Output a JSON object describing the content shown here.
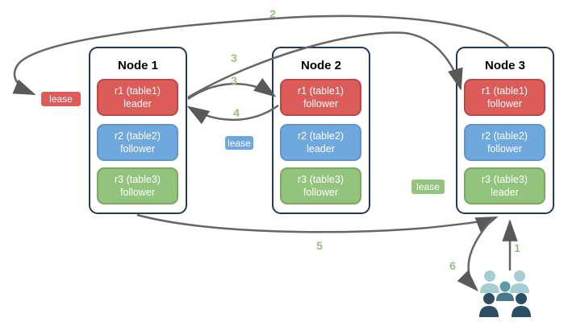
{
  "nodes": [
    {
      "title": "Node 1",
      "replicas": [
        {
          "name": "r1 (table1)",
          "role": "leader"
        },
        {
          "name": "r2 (table2)",
          "role": "follower"
        },
        {
          "name": "r3 (table3)",
          "role": "follower"
        }
      ]
    },
    {
      "title": "Node 2",
      "replicas": [
        {
          "name": "r1 (table1)",
          "role": "follower"
        },
        {
          "name": "r2 (table2)",
          "role": "leader"
        },
        {
          "name": "r3 (table3)",
          "role": "follower"
        }
      ]
    },
    {
      "title": "Node 3",
      "replicas": [
        {
          "name": "r1 (table1)",
          "role": "follower"
        },
        {
          "name": "r2 (table2)",
          "role": "follower"
        },
        {
          "name": "r3 (table3)",
          "role": "leader"
        }
      ]
    }
  ],
  "leases": {
    "red": {
      "label": "lease"
    },
    "blue": {
      "label": "lease"
    },
    "green": {
      "label": "lease"
    }
  },
  "steps": {
    "s1": "1",
    "s2": "2",
    "s3a": "3",
    "s3b": "3",
    "s4": "4",
    "s5": "5",
    "s6": "6"
  },
  "colors": {
    "replica_red_fill": "#DC5C5A",
    "replica_red_border": "#BE4643",
    "replica_blue_fill": "#6FA8DC",
    "replica_blue_border": "#5E95CC",
    "replica_green_fill": "#93C47D",
    "replica_green_border": "#7CA861",
    "node_border": "#1F3A5F",
    "arrow": "#666666",
    "step_label": "#93C47D",
    "users_light": "#A5CDD2",
    "users_medium": "#5C9AA6",
    "users_medium_dark": "#47798B",
    "users_dark": "#2B4E60"
  },
  "icons": {
    "users": "users-group-icon"
  }
}
